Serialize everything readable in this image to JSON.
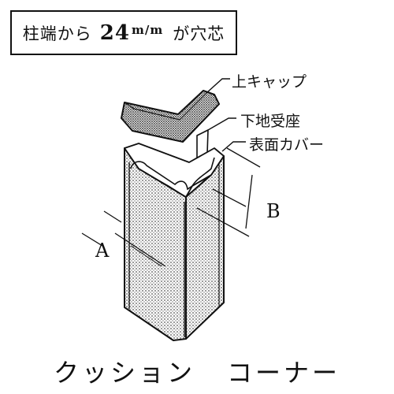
{
  "note": {
    "prefix": "柱端から",
    "number": "24",
    "unit": "m/m",
    "suffix": "が穴芯"
  },
  "labels": {
    "top_cap": "上キャップ",
    "base_seat": "下地受座",
    "surface_cover": "表面カバー",
    "dim_a": "A",
    "dim_b": "B"
  },
  "caption": {
    "part1": "クッション",
    "part2": "コーナー"
  }
}
